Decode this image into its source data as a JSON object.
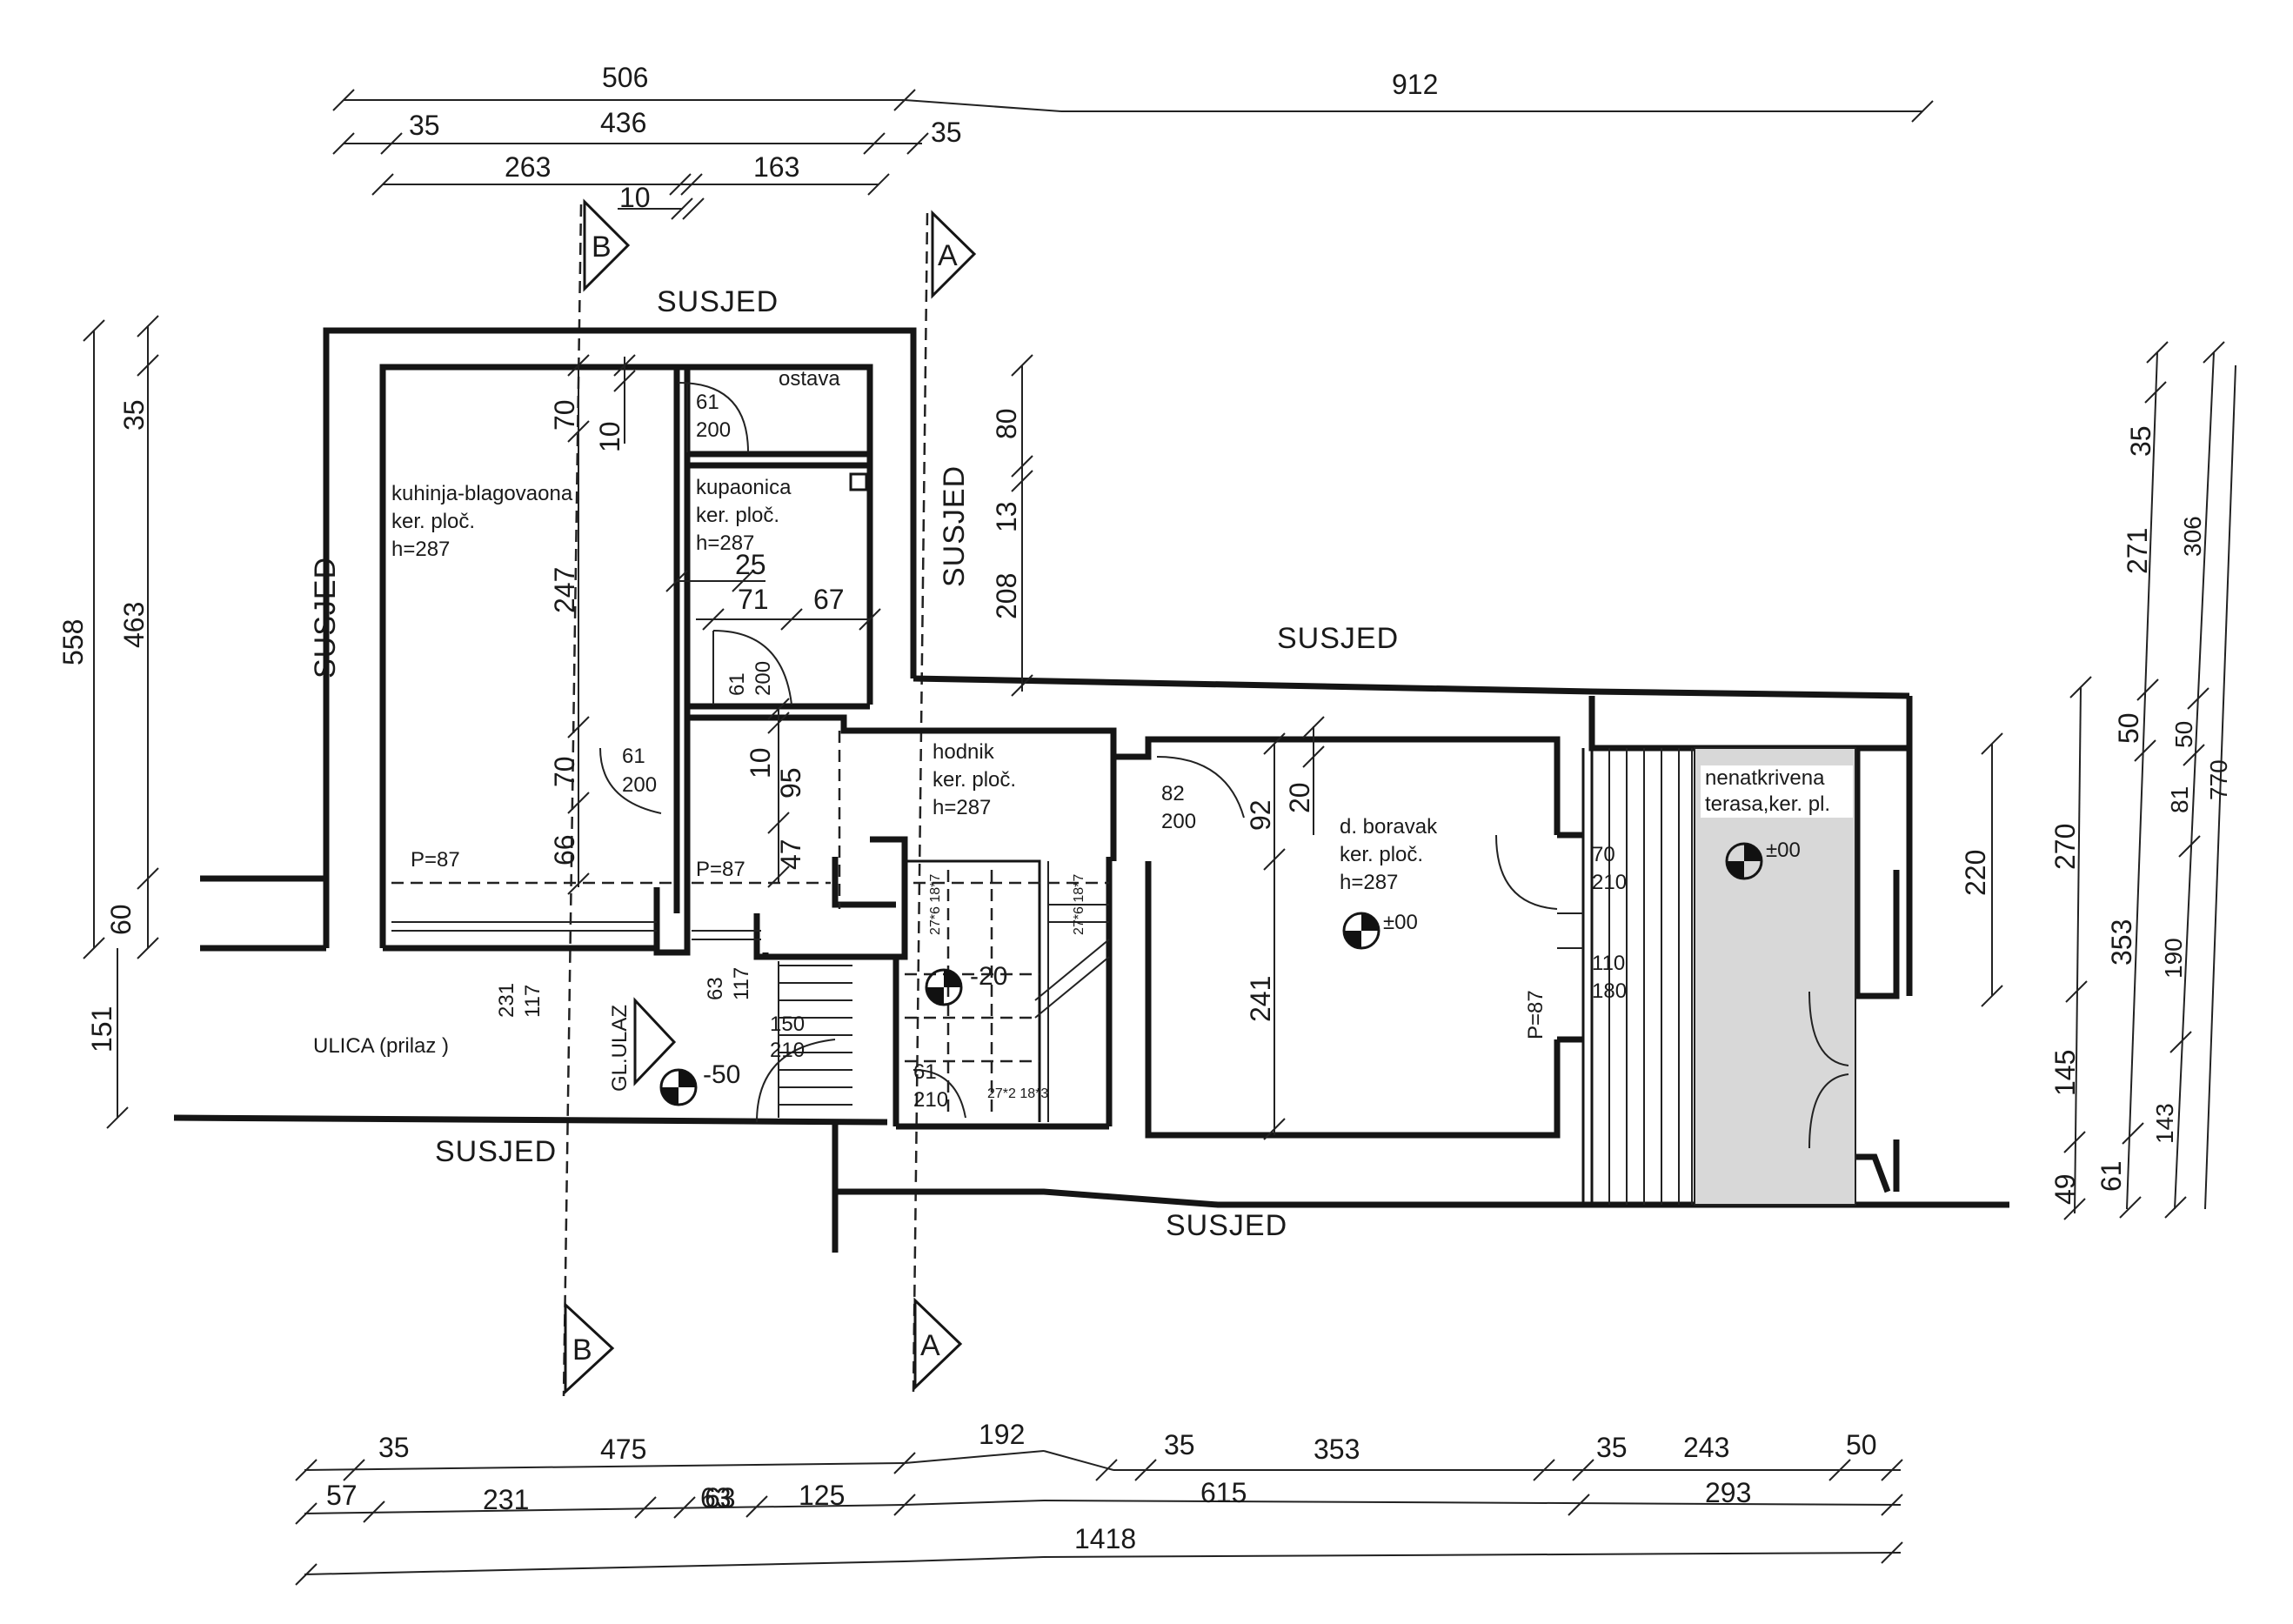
{
  "top_dimensions": {
    "row1": [
      "506",
      "912"
    ],
    "row2": [
      "35",
      "436",
      "35"
    ],
    "row3": [
      "263",
      "10",
      "163"
    ]
  },
  "bottom_dimensions": {
    "row1": [
      "35",
      "475",
      "192",
      "35",
      "353",
      "35",
      "243",
      "50"
    ],
    "row2": [
      "57",
      "231",
      "63",
      "125",
      "615",
      "293"
    ],
    "row2_overlap": "63",
    "row3": [
      "1418"
    ]
  },
  "left_dimensions": {
    "outer": [
      "558",
      "151"
    ],
    "inner": [
      "35",
      "463",
      "60"
    ]
  },
  "right_dimensions": {
    "d220": "220",
    "col1": [
      "270",
      "145",
      "49"
    ],
    "col2": [
      "35",
      "271",
      "50",
      "353",
      "61"
    ],
    "col3": [
      "306",
      "50",
      "81",
      "190",
      "143"
    ],
    "col4": "770"
  },
  "interior_dimensions": {
    "kitchen_v": [
      "70",
      "247",
      "70",
      "66"
    ],
    "storage_v": "10",
    "bath_h": [
      "25",
      "71",
      "67"
    ],
    "mid_v": [
      "10",
      "95",
      "47"
    ],
    "right_v": [
      "80",
      "13",
      "208"
    ],
    "living_v": [
      "92",
      "20",
      "241"
    ]
  },
  "section_marks": [
    "B",
    "A",
    "B",
    "A"
  ],
  "neighbor_labels": [
    "SUSJED",
    "SUSJED",
    "SUSJED",
    "SUSJED",
    "SUSJED",
    "SUSJED"
  ],
  "rooms": {
    "kitchen": {
      "name": "kuhinja-blagovaona",
      "floor": "ker. ploč.",
      "height": "h=287",
      "parapet": "P=87"
    },
    "storage": {
      "name": "ostava"
    },
    "bathroom": {
      "name": "kupaonica",
      "floor": "ker. ploč.",
      "height": "h=287",
      "parapet": "P=87"
    },
    "hall": {
      "name": "hodnik",
      "floor": "ker. ploč.",
      "height": "h=287"
    },
    "living": {
      "name": "d. boravak",
      "floor": "ker. ploč.",
      "height": "h=287",
      "level": "±00"
    },
    "terrace": {
      "name": "nenatkrivena",
      "floor": "terasa,ker. pl.",
      "level": "±00"
    },
    "street": {
      "name": "ULICA (prilaz )"
    },
    "entrance": {
      "name": "GL.ULAZ",
      "level": "-50"
    },
    "stairs": {
      "level": "-20"
    }
  },
  "doors": {
    "storage": [
      "61",
      "200"
    ],
    "bath": [
      "61",
      "200"
    ],
    "kitchen": [
      "61",
      "200"
    ],
    "living": [
      "82",
      "200"
    ],
    "terrace": [
      "70",
      "210"
    ],
    "window_right": [
      "110",
      "180"
    ],
    "street1": [
      "231",
      "117"
    ],
    "street2": [
      "63",
      "117"
    ],
    "entry": [
      "150",
      "210"
    ],
    "stair_door": [
      "61",
      "210"
    ],
    "stair1": "27*6 18*7",
    "stair2": "27*6 18*7",
    "stair3": "27*2 18*3",
    "living_parapet": "P=87"
  }
}
